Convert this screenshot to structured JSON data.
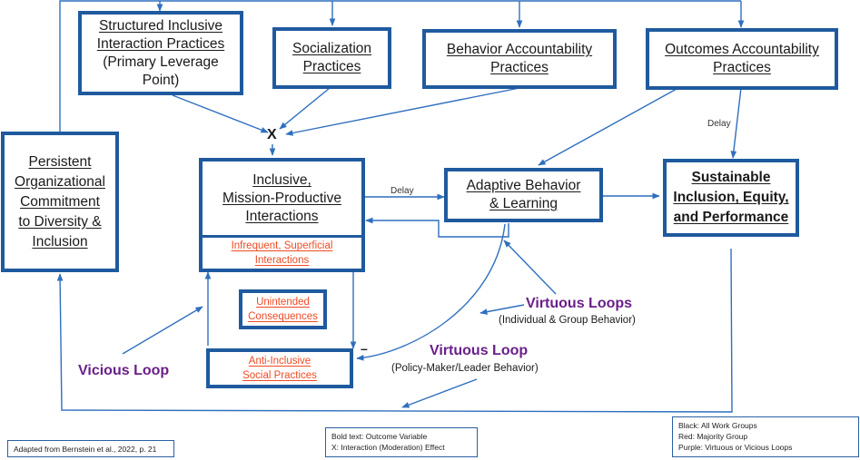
{
  "nodes": {
    "structured": {
      "line1": "Structured Inclusive",
      "line2": "Interaction Practices",
      "line3": "(Primary Leverage",
      "line4": "Point)"
    },
    "socialization": {
      "line1": "Socialization",
      "line2": "Practices"
    },
    "behavior_acct": {
      "line1": "Behavior Accountability",
      "line2": "Practices"
    },
    "outcomes_acct": {
      "line1": "Outcomes Accountability",
      "line2": "Practices"
    },
    "persistent": {
      "line1": "Persistent",
      "line2": "Organizational",
      "line3": "Commitment",
      "line4": "to Diversity &",
      "line5": "Inclusion"
    },
    "inclusive": {
      "line1": "Inclusive,",
      "line2": "Mission-Productive",
      "line3": "Interactions"
    },
    "infrequent": {
      "line1": "Infrequent, Superficial",
      "line2": "Interactions"
    },
    "adaptive": {
      "line1": "Adaptive Behavior",
      "line2": "& Learning"
    },
    "sustainable": {
      "line1": "Sustainable",
      "line2": "Inclusion, Equity,",
      "line3": "and Performance"
    },
    "unintended": {
      "line1": "Unintended",
      "line2": "Consequences"
    },
    "anti_inclusive": {
      "line1": "Anti-Inclusive",
      "line2": "Social Practices"
    }
  },
  "labels": {
    "moderation_x": "X",
    "delay_1": "Delay",
    "delay_2": "Delay",
    "minus": "–",
    "virtuous_loops": "Virtuous Loops",
    "virtuous_loops_sub": "(Individual & Group Behavior)",
    "virtuous_loop": "Virtuous Loop",
    "virtuous_loop_sub": "(Policy-Maker/Leader Behavior)",
    "vicious_loop": "Vicious Loop"
  },
  "legends": {
    "source": "Adapted from Bernstein et al., 2022, p. 21",
    "notation": [
      "Bold text: Outcome Variable",
      "X: Interaction (Moderation) Effect"
    ],
    "colors": [
      "Black: All Work Groups",
      "Red: Majority Group",
      "Purple: Virtuous or Vicious Loops"
    ]
  },
  "colors": {
    "box_border": "#1f5a9e",
    "arrow": "#2f6fbf",
    "majority_red": "#ef4b24",
    "loop_purple": "#6a1f8a"
  }
}
